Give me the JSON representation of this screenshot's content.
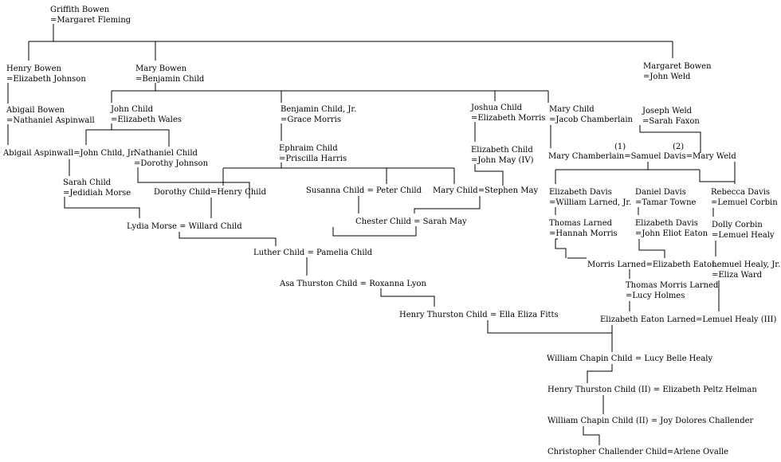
{
  "nodes": {
    "griffith": [
      "Griffith Bowen",
      "=Margaret Fleming"
    ],
    "henry": [
      "Henry Bowen",
      "=Elizabeth Johnson"
    ],
    "mary_bowen": [
      "Mary Bowen",
      "=Benjamin Child"
    ],
    "margaret": [
      "Margaret Bowen",
      "=John Weld"
    ],
    "abigail": [
      "Abigail Bowen",
      "=Nathaniel Aspinwall"
    ],
    "abigail_asp": [
      "Abigail Aspinwall=John Child, Jr."
    ],
    "john_child": [
      "John Child",
      "=Elizabeth Wales"
    ],
    "nathaniel": [
      "Nathaniel Child",
      "=Dorothy Johnson"
    ],
    "sarah": [
      "Sarah Child",
      "=Jedidiah Morse"
    ],
    "benjamin_jr": [
      "Benjamin Child, Jr.",
      "=Grace Morris"
    ],
    "ephraim": [
      "Ephraim Child",
      "=Priscilla Harris"
    ],
    "dorothy": [
      "Dorothy Child=Henry Child"
    ],
    "susanna": [
      "Susanna Child = Peter Child"
    ],
    "mary_child2": [
      "Mary Child=Stephen May"
    ],
    "joshua": [
      "Joshua Child",
      "=Elizabeth Morris"
    ],
    "elizabeth_child": [
      "Elizabeth Child",
      "=John May (IV)"
    ],
    "chester": [
      "Chester Child = Sarah May"
    ],
    "lydia": [
      "Lydia Morse = Willard Child"
    ],
    "luther": [
      "Luther Child = Pamelia Child"
    ],
    "asa": [
      "Asa Thurston Child = Roxanna Lyon"
    ],
    "henry_thurston": [
      "Henry Thurston Child = Ella Eliza Fitts"
    ],
    "mary_child": [
      "Mary Child",
      "=Jacob Chamberlain"
    ],
    "joseph": [
      "Joseph Weld",
      "=Sarah Faxon"
    ],
    "mary_chamberlain": [
      "Mary Chamberlain=Samuel Davis=Mary Weld"
    ],
    "elizabeth_davis": [
      "Elizabeth Davis",
      "=William Larned, Jr."
    ],
    "daniel": [
      "Daniel Davis",
      "=Tamar Towne"
    ],
    "rebecca": [
      "Rebecca Davis",
      "=Lemuel Corbin"
    ],
    "thomas_larned": [
      "Thomas Larned",
      "=Hannah Morris"
    ],
    "elizabeth_davis2": [
      "Elizabeth Davis",
      "=John Eliot Eaton"
    ],
    "dolly": [
      "Dolly Corbin",
      "=Lemuel Healy"
    ],
    "morris": [
      "Morris Larned=Elizabeth Eaton"
    ],
    "lemuel_jr": [
      "Lemuel Healy, Jr.",
      "=Eliza Ward"
    ],
    "thomas_morris": [
      "Thomas Morris Larned",
      "=Lucy Holmes"
    ],
    "elizabeth_eaton": [
      "Elizabeth Eaton Larned=Lemuel Healy (III)"
    ],
    "william_chapin": [
      "William Chapin Child = Lucy Belle Healy"
    ],
    "henry_thurston2": [
      "Henry Thurston Child (II) = Elizabeth Peltz Helman"
    ],
    "william_chapin2": [
      "William Chapin Child (II) = Joy Dolores Challender"
    ],
    "christopher": [
      "Christopher Challender Child=Arlene Ovalle"
    ]
  },
  "marriage_markers": [
    "(1)",
    "(2)"
  ],
  "line_color": "#000000"
}
